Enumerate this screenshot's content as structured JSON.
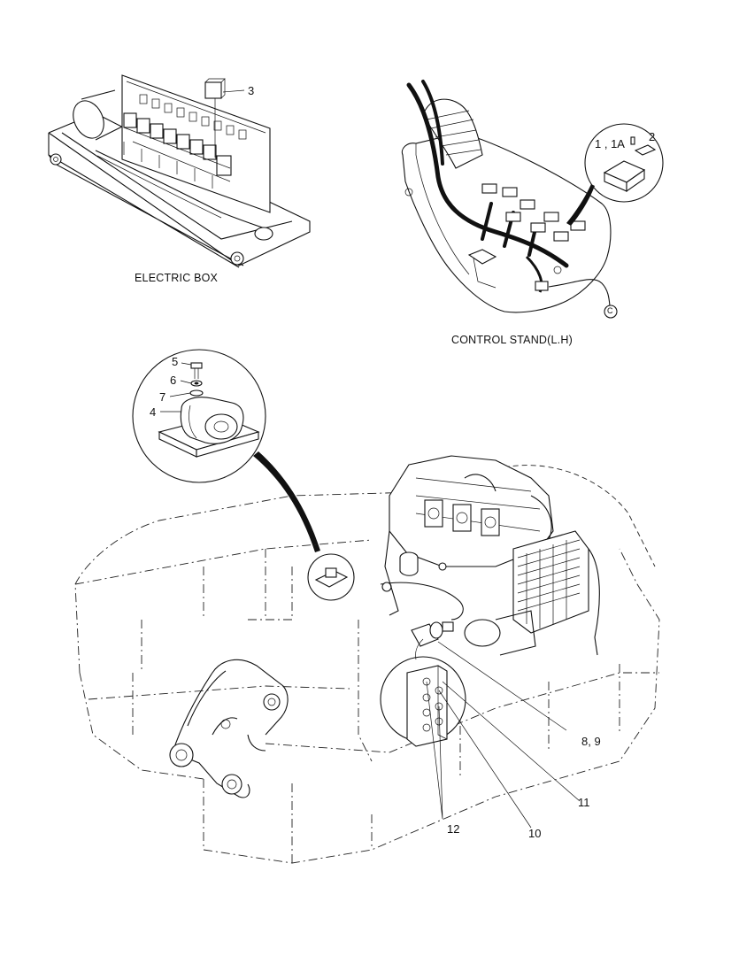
{
  "captions": {
    "electric_box": "ELECTRIC BOX",
    "control_stand": "CONTROL STAND(L.H)"
  },
  "callouts": {
    "c3": "3",
    "c1": "1 , 1A",
    "c2": "2",
    "cC": "C",
    "c5": "5",
    "c6": "6",
    "c7": "7",
    "c4": "4",
    "c89": "8, 9",
    "c11": "11",
    "c12": "12",
    "c10": "10"
  },
  "colors": {
    "line": "#111111",
    "background": "#ffffff"
  }
}
